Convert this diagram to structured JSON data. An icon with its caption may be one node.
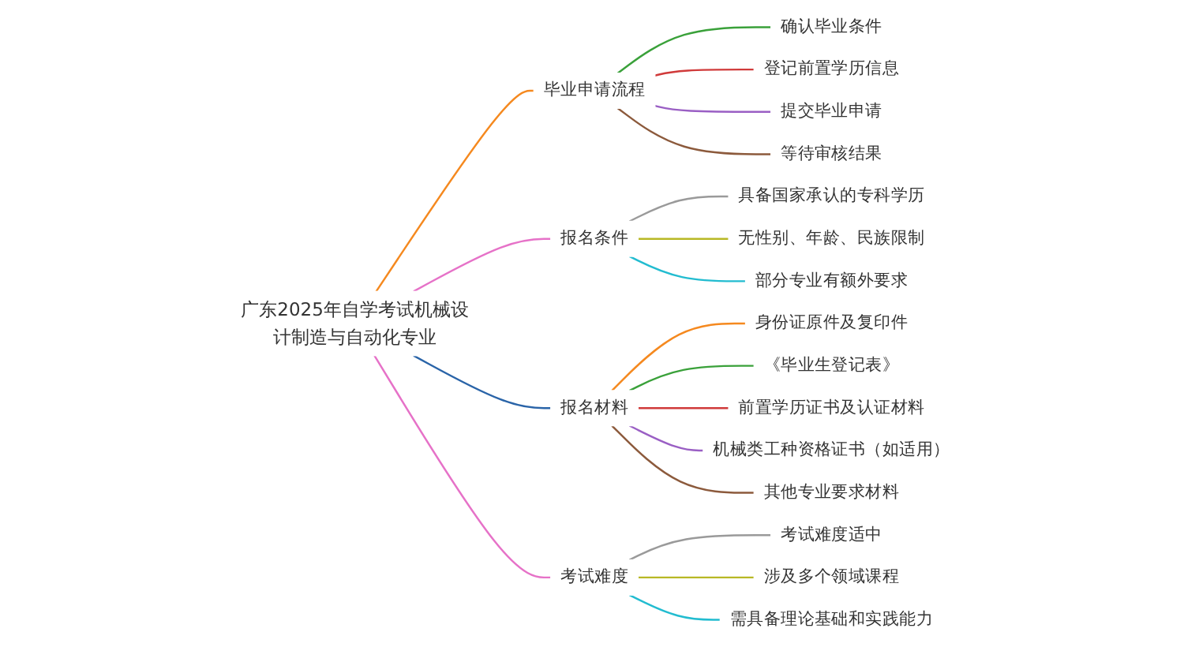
{
  "diagram": {
    "nodes": [
      {
        "text": [
          "广东2025年自学考试机械设计制造与自动化专业"
        ]
      },
      {
        "text": [
          "毕业申请流程"
        ]
      },
      {
        "text": [
          "确认毕业条件"
        ]
      },
      {
        "text": [
          "登记前置学历信息"
        ]
      },
      {
        "text": [
          "提交毕业申请"
        ]
      },
      {
        "text": [
          "等待审核结果"
        ]
      },
      {
        "text": [
          "报名条件"
        ]
      },
      {
        "text": [
          "具备国家承认的专科学历"
        ]
      },
      {
        "text": [
          "无性别、年龄、民族限制"
        ]
      },
      {
        "text": [
          "部分专业有额外要求"
        ]
      },
      {
        "text": [
          "报名材料"
        ]
      },
      {
        "text": [
          "身份证原件及复印件"
        ]
      },
      {
        "text": [
          "《毕业生登记表》"
        ]
      },
      {
        "text": [
          "前置学历证书及认证材料"
        ]
      },
      {
        "text": [
          "机械类工种资格证书（如适用）"
        ]
      },
      {
        "text": [
          "其他专业要求材料"
        ]
      },
      {
        "text": [
          "考试难度"
        ]
      },
      {
        "text": [
          "考试难度适中"
        ]
      },
      {
        "text": [
          "涉及多个领域课程"
        ]
      },
      {
        "text": [
          "需具备理论基础和实践能力"
        ]
      }
    ],
    "edges": [
      {
        "from": 0,
        "to": 1,
        "arrow": "none",
        "color": "#f5891f"
      },
      {
        "from": 1,
        "to": 2,
        "arrow": "none",
        "color": "#3aa13a"
      },
      {
        "from": 1,
        "to": 3,
        "arrow": "none",
        "color": "#d03a3a"
      },
      {
        "from": 1,
        "to": 4,
        "arrow": "none",
        "color": "#9a5fc4"
      },
      {
        "from": 1,
        "to": 5,
        "arrow": "none",
        "color": "#8c5a3c"
      },
      {
        "from": 0,
        "to": 6,
        "arrow": "none",
        "color": "#e672c8"
      },
      {
        "from": 6,
        "to": 7,
        "arrow": "none",
        "color": "#9a9a9a"
      },
      {
        "from": 6,
        "to": 8,
        "arrow": "none",
        "color": "#b8b825"
      },
      {
        "from": 6,
        "to": 9,
        "arrow": "none",
        "color": "#22bcd0"
      },
      {
        "from": 0,
        "to": 10,
        "arrow": "none",
        "color": "#2a64a8"
      },
      {
        "from": 10,
        "to": 11,
        "arrow": "none",
        "color": "#f5891f"
      },
      {
        "from": 10,
        "to": 12,
        "arrow": "none",
        "color": "#3aa13a"
      },
      {
        "from": 10,
        "to": 13,
        "arrow": "none",
        "color": "#d03a3a"
      },
      {
        "from": 10,
        "to": 14,
        "arrow": "none",
        "color": "#9a5fc4"
      },
      {
        "from": 10,
        "to": 15,
        "arrow": "none",
        "color": "#8c5a3c"
      },
      {
        "from": 0,
        "to": 16,
        "arrow": "none",
        "color": "#e672c8"
      },
      {
        "from": 16,
        "to": 17,
        "arrow": "none",
        "color": "#9a9a9a"
      },
      {
        "from": 16,
        "to": 18,
        "arrow": "none",
        "color": "#b8b825"
      },
      {
        "from": 16,
        "to": 19,
        "arrow": "none",
        "color": "#22bcd0"
      }
    ]
  }
}
